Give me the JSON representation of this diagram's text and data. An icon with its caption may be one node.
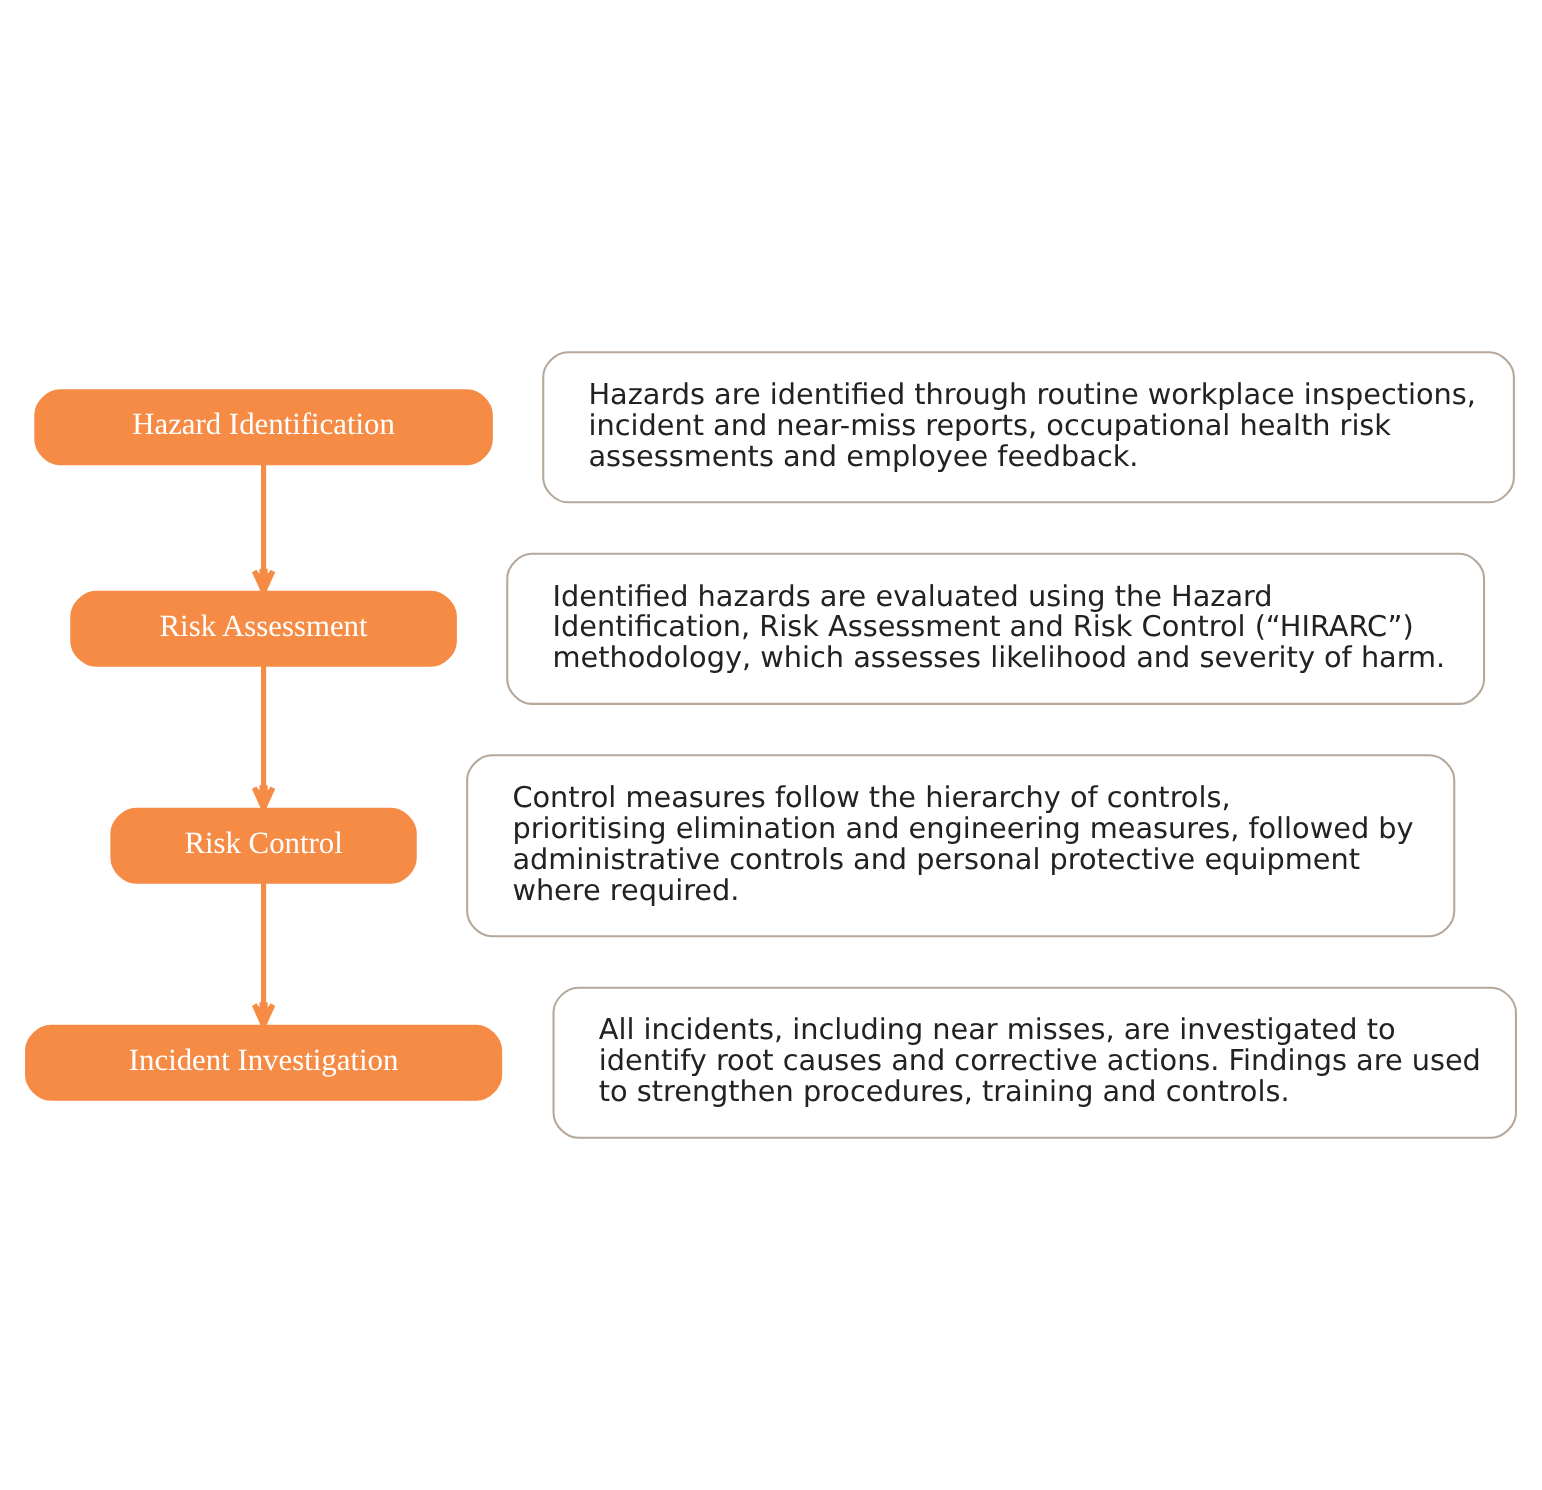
{
  "diagram": {
    "nodes": [
      {
        "text": [
          "Hazard Identification"
        ]
      },
      {
        "text": [
          "Hazards are identified through routine workplace inspections, incident and near-miss reports, occupational health risk assessments and employee feedback."
        ]
      },
      {
        "text": [
          "Risk Assessment"
        ]
      },
      {
        "text": [
          "Identified hazards are evaluated using the Hazard Identification, Risk Assessment and Risk Control (“HIRARC”) methodology, which assesses likelihood and severity of harm."
        ]
      },
      {
        "text": [
          "Risk Control"
        ]
      },
      {
        "text": [
          "Control measures follow the hierarchy of controls, prioritising elimination and engineering measures, followed by administrative controls and personal protective equipment where required."
        ]
      },
      {
        "text": [
          "Incident Investigation"
        ]
      },
      {
        "text": [
          "All incidents, including near misses, are investigated to identify root causes and corrective actions. Findings are used to strengthen procedures, training and controls."
        ]
      }
    ],
    "edges": [
      {
        "from": 0,
        "to": 2,
        "arrow": "to"
      },
      {
        "from": 2,
        "to": 4,
        "arrow": "to"
      },
      {
        "from": 4,
        "to": 6,
        "arrow": "to"
      }
    ]
  }
}
